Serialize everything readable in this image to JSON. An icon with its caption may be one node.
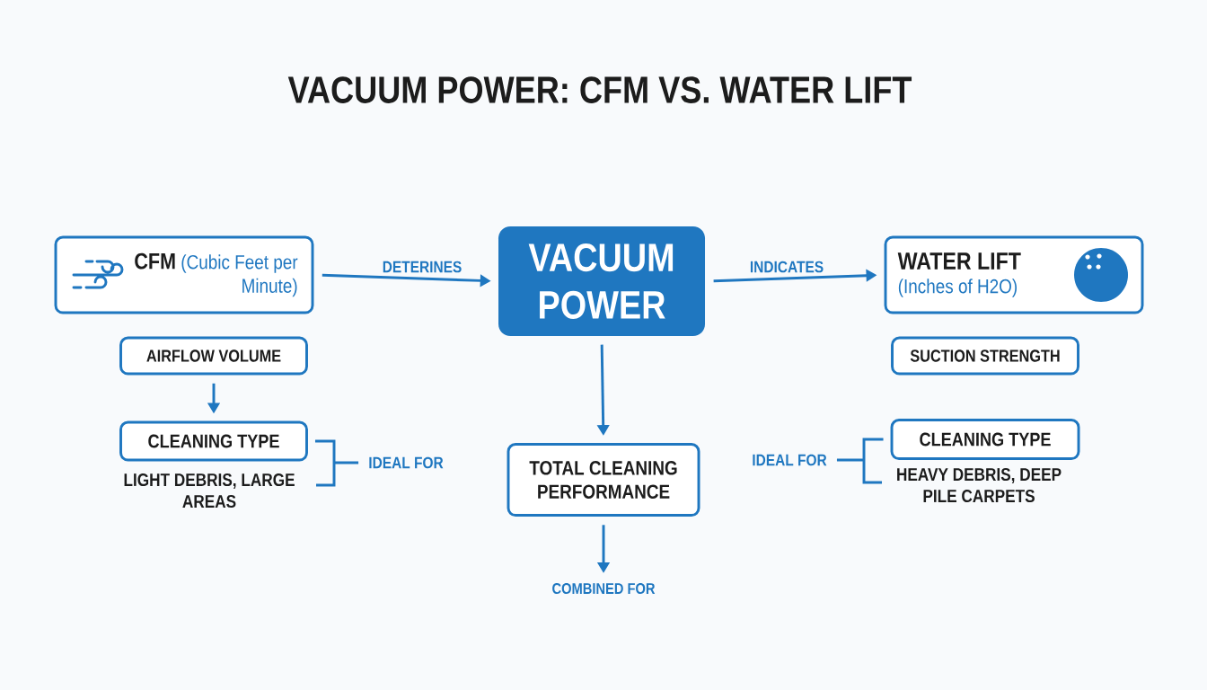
{
  "diagram": {
    "title": "VACUUM POWER: CFM VS. WATER LIFT",
    "nodes": [
      {
        "text": [
          "CFM",
          "(Cubic Feet per Minute)"
        ]
      },
      {
        "text": [
          "VACUUM POWER"
        ]
      },
      {
        "text": [
          "WATER LIFT",
          "(Inches of H2O)"
        ]
      },
      {
        "text": [
          "AIRFLOW VOLUME"
        ]
      },
      {
        "text": [
          "CLEANING TYPE"
        ],
        "beside": [
          "LIGHT DEBRIS, LARGE AREAS"
        ]
      },
      {
        "text": [
          "SUCTION STRENGTH"
        ]
      },
      {
        "text": [
          "TOTAL CLEANING PERFORMANCE"
        ]
      },
      {
        "text": [
          "CLEANING TYPE"
        ],
        "beside": [
          "HEAVY DEBRIS, DEEP PILE CARPETS"
        ]
      },
      {
        "text": [
          "COMBINED FOR"
        ]
      },
      {
        "text": [
          "IDEAL FOR"
        ]
      },
      {
        "text": [
          "IDEAL FOR"
        ]
      }
    ],
    "edges": [
      {
        "from": 0,
        "to": 1,
        "arrow": "to",
        "label": "DETERINES"
      },
      {
        "from": 1,
        "to": 2,
        "arrow": "to",
        "label": "INDICATES"
      },
      {
        "from": 3,
        "to": 4,
        "arrow": "to"
      },
      {
        "from": 1,
        "to": 6,
        "arrow": "to"
      },
      {
        "from": 6,
        "to": 8,
        "arrow": "to"
      },
      {
        "from": 9,
        "to": 4,
        "arrow": "none"
      },
      {
        "from": 10,
        "to": 7,
        "arrow": "none"
      }
    ]
  }
}
